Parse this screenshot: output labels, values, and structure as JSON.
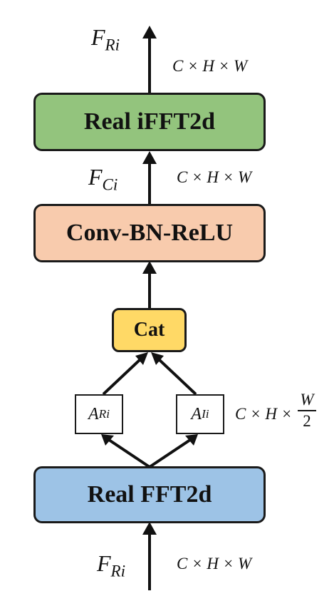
{
  "blocks": {
    "ifft": {
      "label": "Real iFFT2d",
      "color": "#93c47d"
    },
    "conv": {
      "label": "Conv-BN-ReLU",
      "color": "#f8cbad"
    },
    "cat": {
      "label": "Cat",
      "color": "#ffd966"
    },
    "fft": {
      "label": "Real FFT2d",
      "color": "#9dc3e6"
    }
  },
  "signals": {
    "top_output": {
      "main": "F",
      "sub": "Ri"
    },
    "conv_output": {
      "main": "F",
      "sub": "Ci"
    },
    "bottom_input": {
      "main": "F",
      "sub": "Ri"
    },
    "amp_real": {
      "main": "A",
      "sub": "Ri"
    },
    "amp_imag": {
      "main": "A",
      "sub": "Ii"
    }
  },
  "dims": {
    "top": "C × H × W",
    "conv_out": "C × H × W",
    "bottom": "C × H × W",
    "split_prefix": "C × H ×",
    "split_num": "W",
    "split_den": "2"
  }
}
